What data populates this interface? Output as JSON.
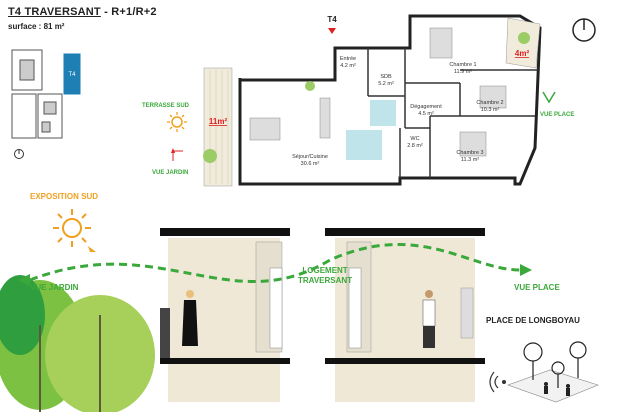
{
  "header": {
    "title": "T4 TRAVERSANT",
    "levels": " - R+1/R+2",
    "surface": "surface : 81 m²"
  },
  "key_plan": {
    "unit_label": "T4"
  },
  "plan": {
    "entry_marker": "T4",
    "rooms": [
      {
        "name": "Entrée",
        "area": "4.2 m²"
      },
      {
        "name": "SDB",
        "area": "5.2 m²"
      },
      {
        "name": "Chambre 1",
        "area": "11.9 m²"
      },
      {
        "name": "Chambre 2",
        "area": "10.3 m²"
      },
      {
        "name": "Dégagement",
        "area": "4.5 m²"
      },
      {
        "name": "WC",
        "area": "2.8 m²"
      },
      {
        "name": "Chambre 3",
        "area": "11.3 m²"
      },
      {
        "name": "Séjour/Cuisine",
        "area": "30.6 m²"
      }
    ],
    "terrace_label": "TERRASSE SUD",
    "terrace_area": "11m²",
    "balcony_area": "4m²",
    "vue_jardin": "VUE JARDIN",
    "vue_place": "VUE PLACE"
  },
  "section": {
    "exposition": "EXPOSITION SUD",
    "vue_jardin": "VUE JARDIN",
    "logement_line1": "LOGEMENT",
    "logement_line2": "TRAVERSANT",
    "vue_place": "VUE PLACE",
    "place_name": "PLACE DE LONGBOYAU"
  },
  "colors": {
    "accent_green": "#3aa83a",
    "sun_orange": "#f0a020",
    "alert_red": "#e02020",
    "unit_blue": "#1e7fb5",
    "wall_beige": "#efe8d6"
  }
}
